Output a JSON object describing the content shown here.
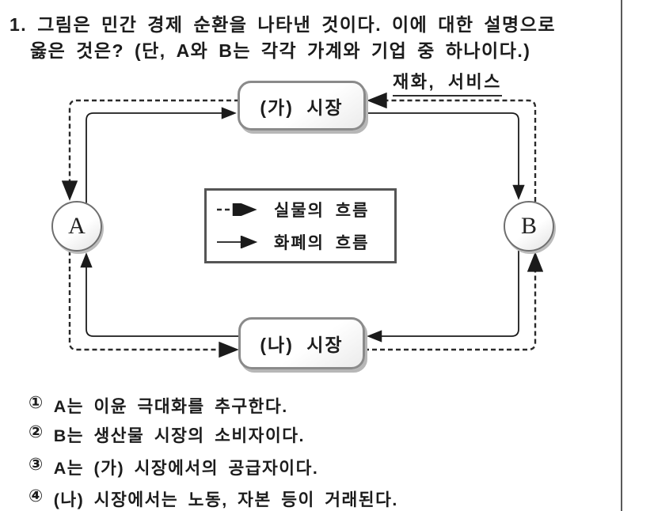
{
  "question": {
    "number_prefix": "1.",
    "line1": "그림은 민간 경제 순환을 나타낸 것이다. 이에 대한 설명으로",
    "line2": "옳은 것은? (단, A와 B는 각각 가계와 기업 중 하나이다.)"
  },
  "diagram": {
    "flow_label_top": "재화, 서비스",
    "market_top_label": "(가) 시장",
    "market_bottom_label": "(나) 시장",
    "node_left_label": "A",
    "node_right_label": "B",
    "legend": {
      "dashed_label": "실물의 흐름",
      "solid_label": "화폐의 흐름"
    }
  },
  "choices": [
    {
      "marker": "①",
      "text": "A는 이윤 극대화를 추구한다."
    },
    {
      "marker": "②",
      "text": "B는 생산물 시장의 소비자이다."
    },
    {
      "marker": "③",
      "text": "A는 (가) 시장에서의 공급자이다."
    },
    {
      "marker": "④",
      "text": "(나) 시장에서는 노동, 자본 등이 거래된다."
    }
  ],
  "colors": {
    "ink": "#1b1b1b",
    "box_border": "#8a8a8a",
    "box_shadow": "#b7b7b7"
  }
}
